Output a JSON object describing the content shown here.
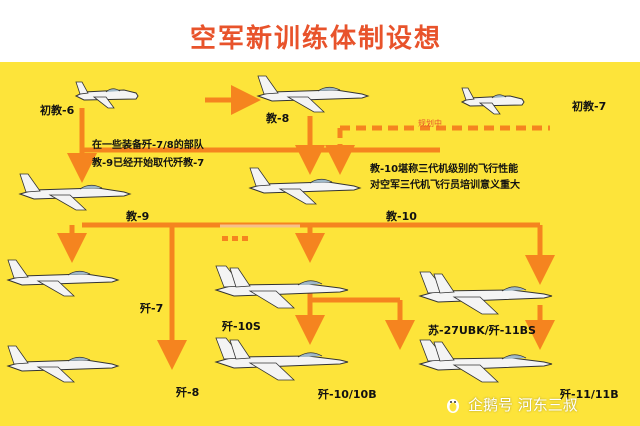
{
  "title": "空军新训练体制设想",
  "colors": {
    "panel": "#fde43a",
    "arrow": "#f5841f",
    "title": "#e8532b",
    "plane": "#f4f4f4",
    "outline": "#333333"
  },
  "aircraft": {
    "chujiao6": "初教-6",
    "jiao8": "教-8",
    "chujiao7": "初教-7",
    "jiao9": "教-9",
    "jiao10": "教-10",
    "jian7": "歼-7",
    "jian8": "歼-8",
    "jian10s": "歼-10S",
    "jian10": "歼-10/10B",
    "su27ubk": "苏-27UBK/歼-11BS",
    "jian11": "歼-11/11B"
  },
  "notes": {
    "left_line1": "在一些装备歼-7/8的部队",
    "left_line2": "教-9已经开始取代歼教-7",
    "right_line1": "教-10堪称三代机级别的飞行性能",
    "right_line2": "对空军三代机飞行员培训意义重大",
    "small_tag": "规划中"
  },
  "watermark": "企鹅号 河东三叔",
  "icons": [
    "penguin-icon"
  ]
}
